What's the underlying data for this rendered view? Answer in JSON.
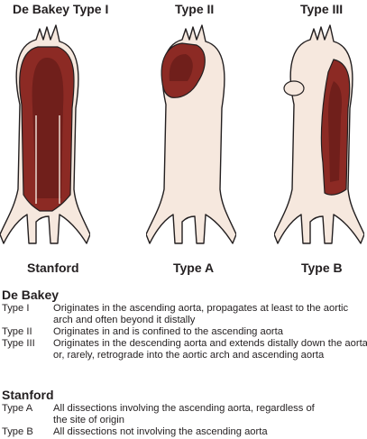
{
  "figure": {
    "columns": [
      {
        "top_label": "De Bakey Type I",
        "bottom_label": "Stanford"
      },
      {
        "top_label": "Type II",
        "bottom_label": "Type A"
      },
      {
        "top_label": "Type III",
        "bottom_label": "Type B"
      }
    ]
  },
  "colors": {
    "aorta_fill": "#f6e8de",
    "dissection_fill": "#8c2a24",
    "dissection_dark": "#5a1614",
    "outline": "#231f20"
  },
  "debakey": {
    "heading": "De Bakey",
    "rows": [
      {
        "term": "Type I",
        "desc": "Originates in the ascending aorta, propagates at least to the aortic arch and often beyond it distally"
      },
      {
        "term": "Type II",
        "desc": "Originates in and is confined to the ascending aorta"
      },
      {
        "term": "Type III",
        "desc": "Originates in the descending aorta and extends distally down the aorta or, rarely, retrograde into the aortic arch and ascending aorta"
      }
    ]
  },
  "stanford": {
    "heading": "Stanford",
    "rows": [
      {
        "term": "Type A",
        "desc": "All dissections involving the ascending aorta, regardless of the site of origin"
      },
      {
        "term": "Type B",
        "desc": "All dissections not involving the ascending aorta"
      }
    ]
  }
}
